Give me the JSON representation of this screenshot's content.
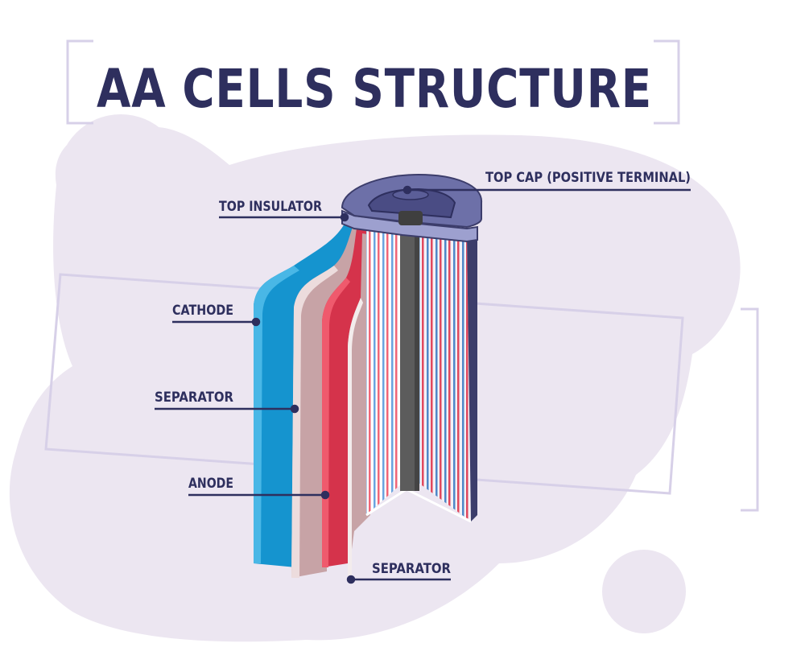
{
  "title": "AA CELLS STRUCTURE",
  "labels": {
    "top_cap": "TOP CAP (POSITIVE TERMINAL)",
    "top_insulator": "TOP INSULATOR",
    "cathode": "CATHODE",
    "separator_left": "SEPARATOR",
    "anode": "ANODE",
    "separator_bottom": "SEPARATOR"
  },
  "colors": {
    "ink": "#2e2f5e",
    "blob": "#ece6f1",
    "frame": "#d7d0e8",
    "cathode": "#1594cf",
    "separator": "#c7a3a6",
    "anode": "#d5334b",
    "rod": "#5c5c5c",
    "cap": "#6d70a8"
  }
}
